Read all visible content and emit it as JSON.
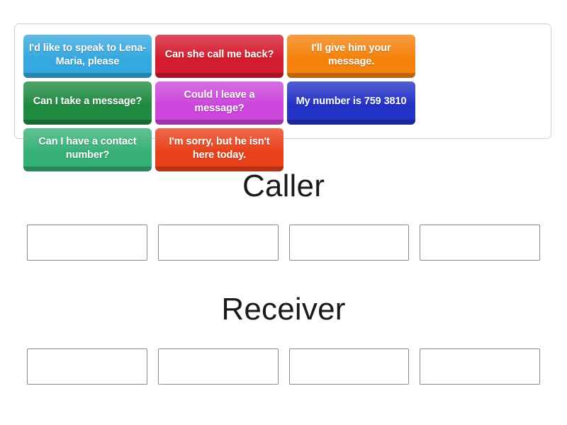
{
  "page": {
    "background": "#ffffff"
  },
  "tile_bank": {
    "name": "answer-tile-bank",
    "tiles": [
      {
        "label": "I'd like to speak to Lena-Maria, please",
        "color": "#35a8e0",
        "name": "tile-speak-to-lena-maria"
      },
      {
        "label": "Can she call me back?",
        "color": "#d41c30",
        "name": "tile-can-she-call-me-back"
      },
      {
        "label": "I'll give him your message.",
        "color": "#f4820d",
        "name": "tile-ill-give-him-your-message"
      },
      {
        "label": "Can I take a message?",
        "color": "#1f8a40",
        "name": "tile-can-i-take-a-message"
      },
      {
        "label": "Could I leave a message?",
        "color": "#cb46da",
        "name": "tile-could-i-leave-a-message"
      },
      {
        "label": "My number is 759 3810",
        "color": "#2331c4",
        "name": "tile-my-number-is-759-3810"
      },
      {
        "label": "Can I have a contact number?",
        "color": "#37b077",
        "name": "tile-can-i-have-a-contact-number"
      },
      {
        "label": "I'm sorry, but he isn't here today.",
        "color": "#e8411a",
        "name": "tile-im-sorry-but-he-isnt-here-today"
      }
    ]
  },
  "sections": [
    {
      "title": "Caller",
      "name": "caller",
      "slots": [
        {
          "value": "",
          "name": "caller-slot-1"
        },
        {
          "value": "",
          "name": "caller-slot-2"
        },
        {
          "value": "",
          "name": "caller-slot-3"
        },
        {
          "value": "",
          "name": "caller-slot-4"
        }
      ]
    },
    {
      "title": "Receiver",
      "name": "receiver",
      "slots": [
        {
          "value": "",
          "name": "receiver-slot-1"
        },
        {
          "value": "",
          "name": "receiver-slot-2"
        },
        {
          "value": "",
          "name": "receiver-slot-3"
        },
        {
          "value": "",
          "name": "receiver-slot-4"
        }
      ]
    }
  ]
}
